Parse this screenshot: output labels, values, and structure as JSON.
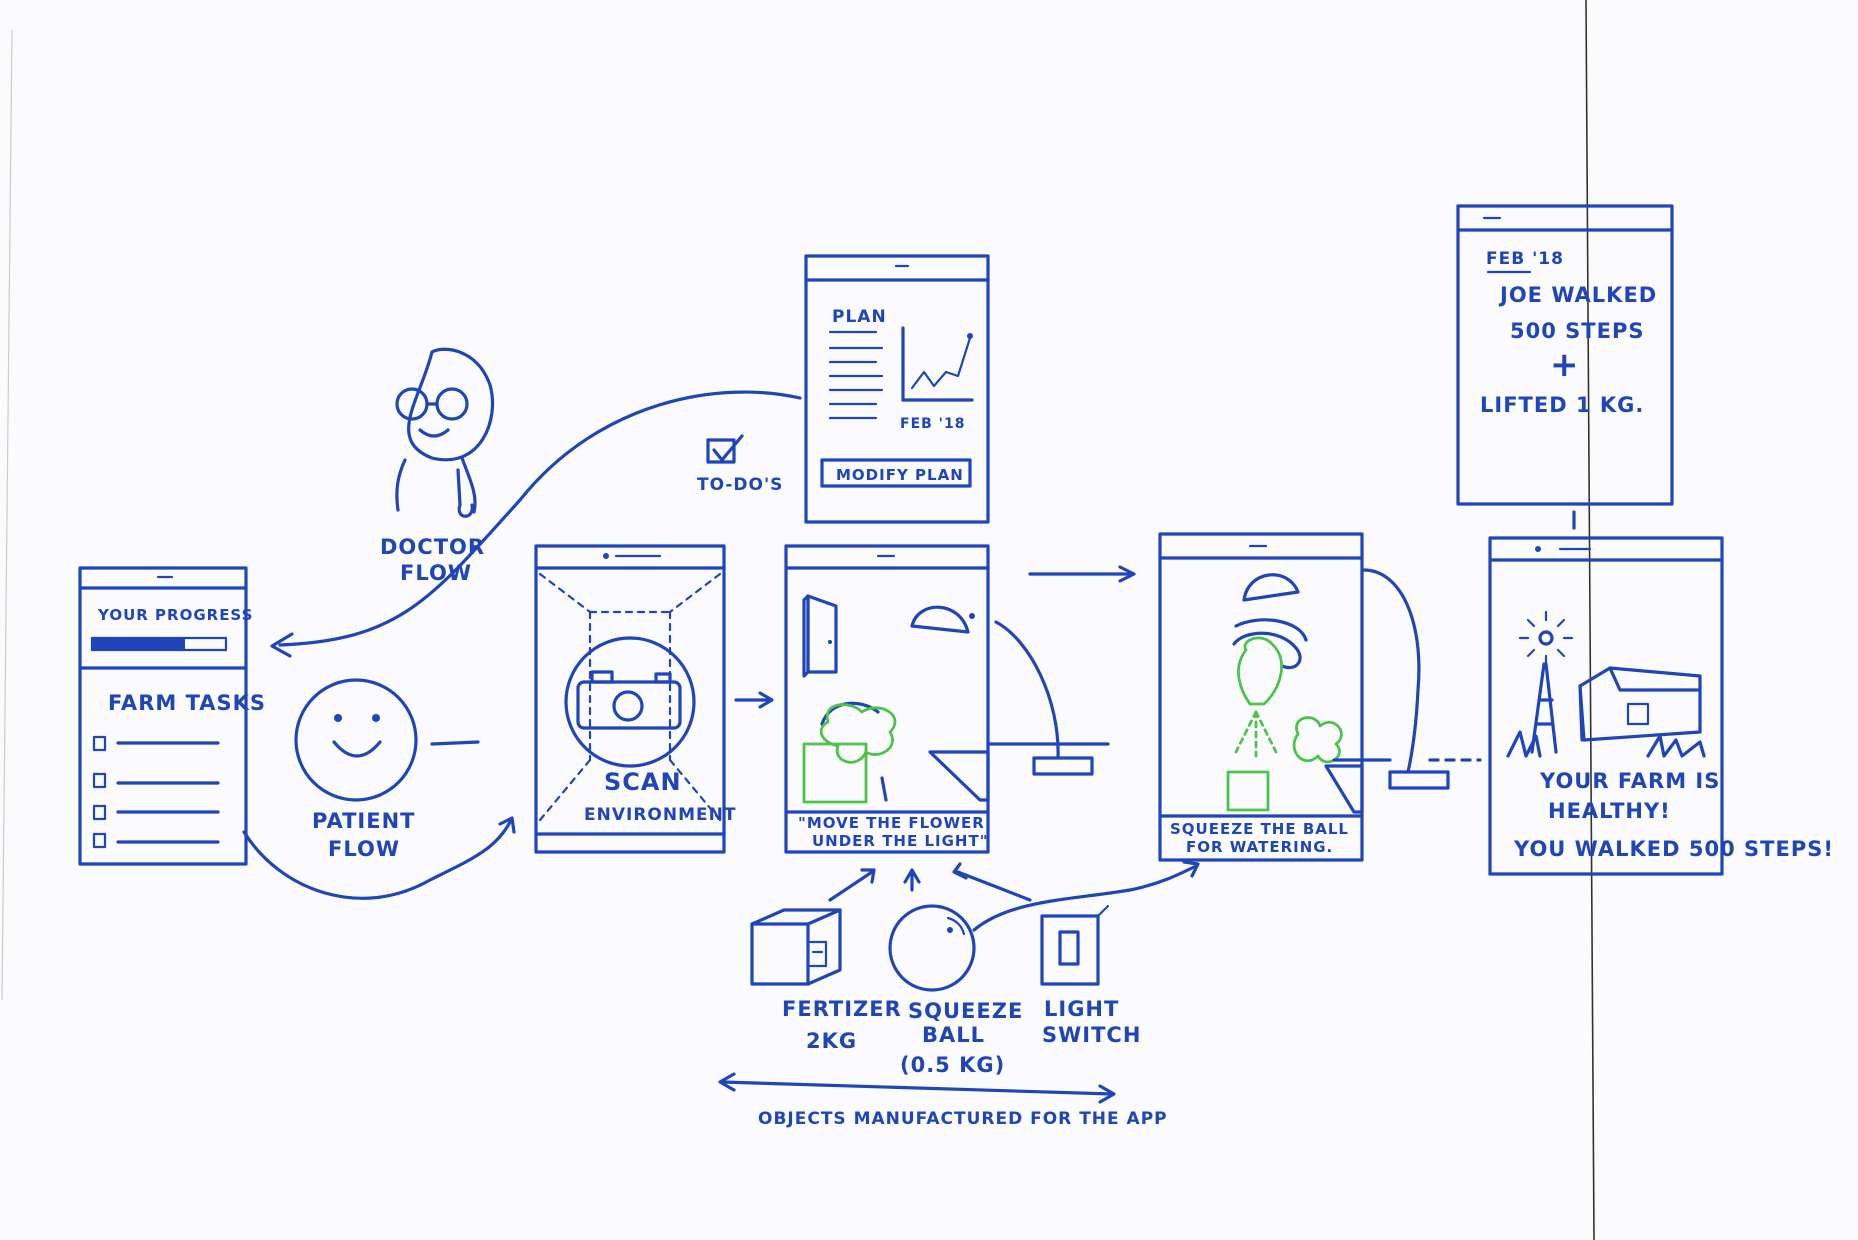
{
  "doctor": {
    "label_line1": "DOCTOR",
    "label_line2": "FLOW"
  },
  "patient": {
    "label_line1": "PATIENT",
    "label_line2": "FLOW"
  },
  "todo": {
    "label": "TO-DO'S"
  },
  "progress_screen": {
    "title": "YOUR PROGRESS",
    "progress": 0.7,
    "section": "FARM TASKS"
  },
  "plan_screen": {
    "title": "PLAN",
    "chart_date": "FEB '18",
    "button": "MODIFY PLAN"
  },
  "scan_screen": {
    "line1": "SCAN",
    "line2": "ENVIRONMENT"
  },
  "light_screen": {
    "caption_line1": "\"MOVE THE FLOWER",
    "caption_line2": "UNDER THE LIGHT\""
  },
  "water_screen": {
    "caption_line1": "SQUEEZE THE BALL",
    "caption_line2": "FOR WATERING."
  },
  "report_screen": {
    "date": "FEB '18",
    "line1": "JOE WALKED",
    "line2": "500 STEPS",
    "plus": "+",
    "line3": "LIFTED 1 KG."
  },
  "farm_screen": {
    "line1": "YOUR FARM IS",
    "line2": "HEALTHY!",
    "line3": "YOU WALKED 500 STEPS!"
  },
  "objects": {
    "fertilizer_line1": "FERTIZER",
    "fertilizer_line2": "2KG",
    "ball_line1": "SQUEEZE",
    "ball_line2": "BALL",
    "ball_line3": "(0.5 KG)",
    "switch_line1": "LIGHT",
    "switch_line2": "SWITCH",
    "caption": "OBJECTS MANUFACTURED FOR THE APP"
  },
  "colors": {
    "ink": "#1f45b8",
    "green": "#4cc34a",
    "board": "#fbfbfd"
  }
}
